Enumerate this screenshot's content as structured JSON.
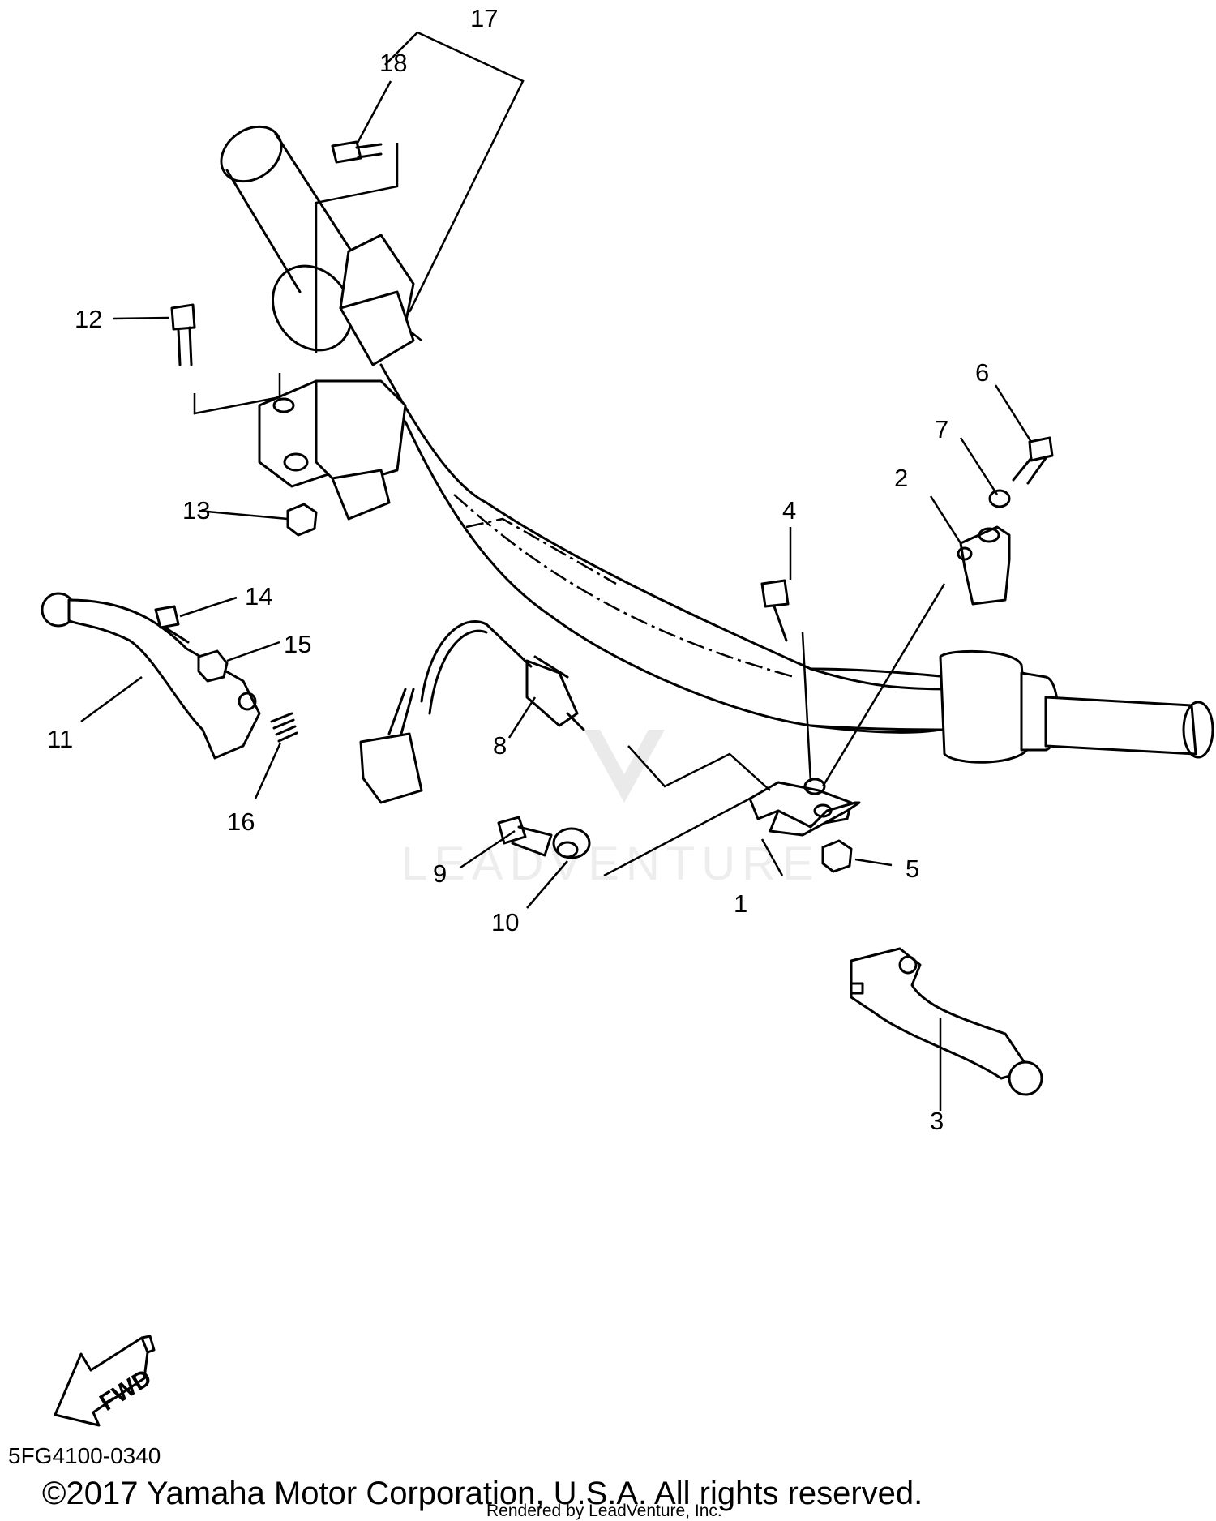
{
  "callouts": [
    "1",
    "2",
    "3",
    "4",
    "5",
    "6",
    "7",
    "8",
    "9",
    "10",
    "11",
    "12",
    "13",
    "14",
    "15",
    "16",
    "17",
    "18"
  ],
  "fwd_label": "FWD",
  "watermark_text": "LEADVENTURE",
  "diagram_code": "5FG4100-0340",
  "copyright": "©2017 Yamaha Motor Corporation, U.S.A. All rights reserved.",
  "rendered_by": "Rendered by LeadVenture, Inc."
}
